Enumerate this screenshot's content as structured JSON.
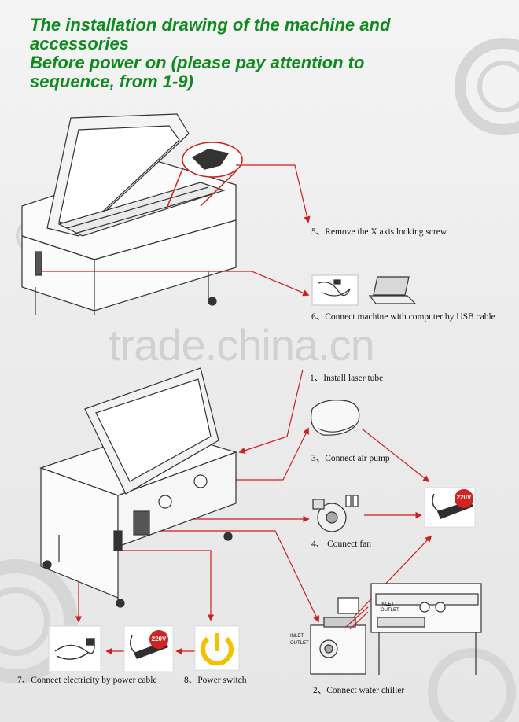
{
  "title": {
    "line1": "The installation drawing of the machine and",
    "line2": "accessories",
    "line3": "Before power on (please pay attention to",
    "line4": "sequence, from 1-9)"
  },
  "steps": {
    "s5": "5、Remove the X axis locking screw",
    "s6": "6、Connect machine with computer by USB cable",
    "s1": "1、Install laser tube",
    "s3": "3、Connect air pump",
    "s4": "4、 Connect fan",
    "s7": "7、Connect electricity by power cable",
    "s8": "8、Power switch",
    "s2": "2、Connect water chiller"
  },
  "power_strip_voltage": "220V",
  "chiller_labels": {
    "inlet": "INLET",
    "outlet": "OUTLET"
  },
  "watermark": "trade.china.cn",
  "colors": {
    "title": "#0e8a1e",
    "arrow": "#cc1f1f",
    "badge": "#d22222",
    "power_icon": "#f2c200"
  }
}
